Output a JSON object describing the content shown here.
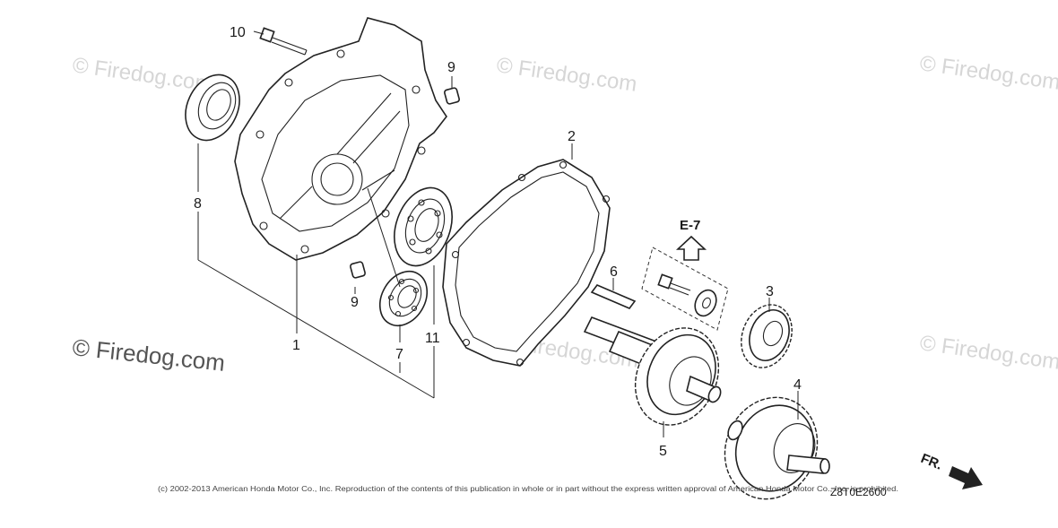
{
  "watermark_text": "© Firedog.com",
  "main_watermark": "© Firedog.com",
  "callouts": {
    "p1": "1",
    "p2": "2",
    "p3": "3",
    "p4": "4",
    "p5": "5",
    "p6": "6",
    "p7": "7",
    "p8": "8",
    "p9a": "9",
    "p9b": "9",
    "p10": "10",
    "p11": "11"
  },
  "reference": "E-7",
  "direction_label": "FR.",
  "diagram_code": "Z8T0E2600",
  "copyright": "(c) 2002-2013 American Honda Motor Co., Inc. Reproduction of the contents of this publication in whole or in part without the express written approval of American Honda Motor Co., Inc. is prohibited.",
  "icons": [
    "up-arrow-icon",
    "front-direction-arrow-icon"
  ]
}
